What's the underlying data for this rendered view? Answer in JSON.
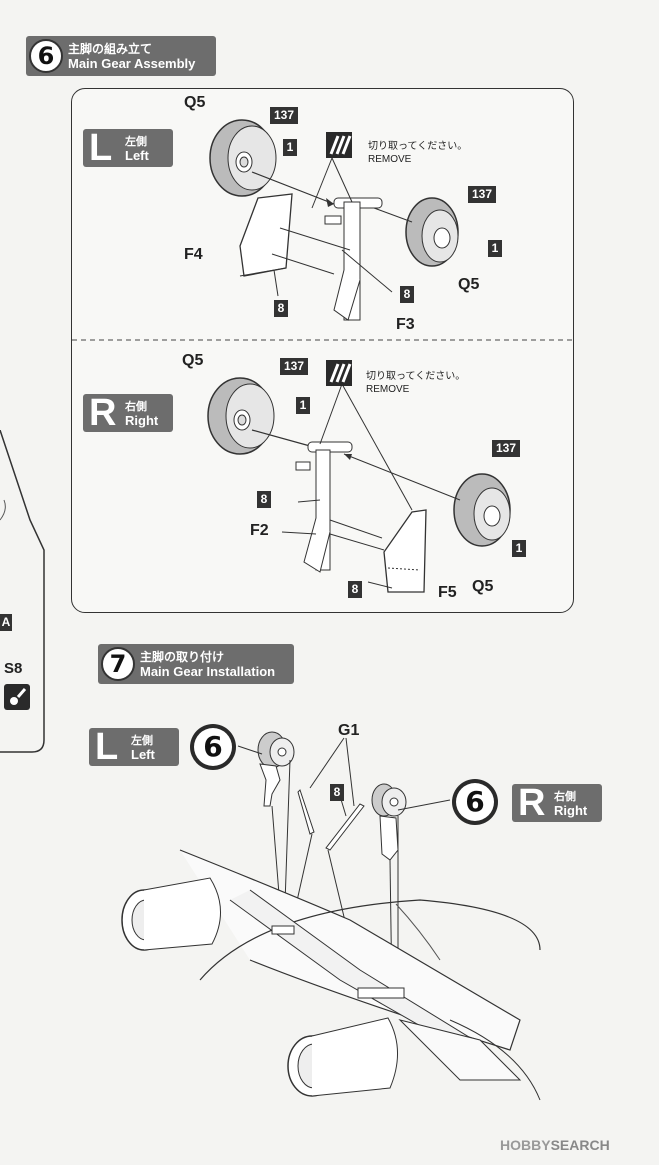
{
  "step6": {
    "number": "6",
    "title_jp": "主脚の組み立て",
    "title_en": "Main Gear Assembly"
  },
  "step7": {
    "number": "7",
    "title_jp": "主脚の取り付け",
    "title_en": "Main Gear Installation"
  },
  "left": {
    "letter": "L",
    "jp": "左側",
    "en": "Left"
  },
  "right": {
    "letter": "R",
    "jp": "右側",
    "en": "Right"
  },
  "remove": {
    "jp": "切り取ってください。",
    "en": "REMOVE"
  },
  "parts": {
    "q5": "Q5",
    "p137": "137",
    "p1": "1",
    "f4": "F4",
    "f3": "F3",
    "f2": "F2",
    "f5": "F5",
    "p8": "8",
    "g1": "G1",
    "ref6": "6"
  },
  "margin": {
    "a": "A",
    "s8": "S8"
  },
  "watermark": {
    "part1": "HOBBY",
    "part2": "SEARCH"
  }
}
